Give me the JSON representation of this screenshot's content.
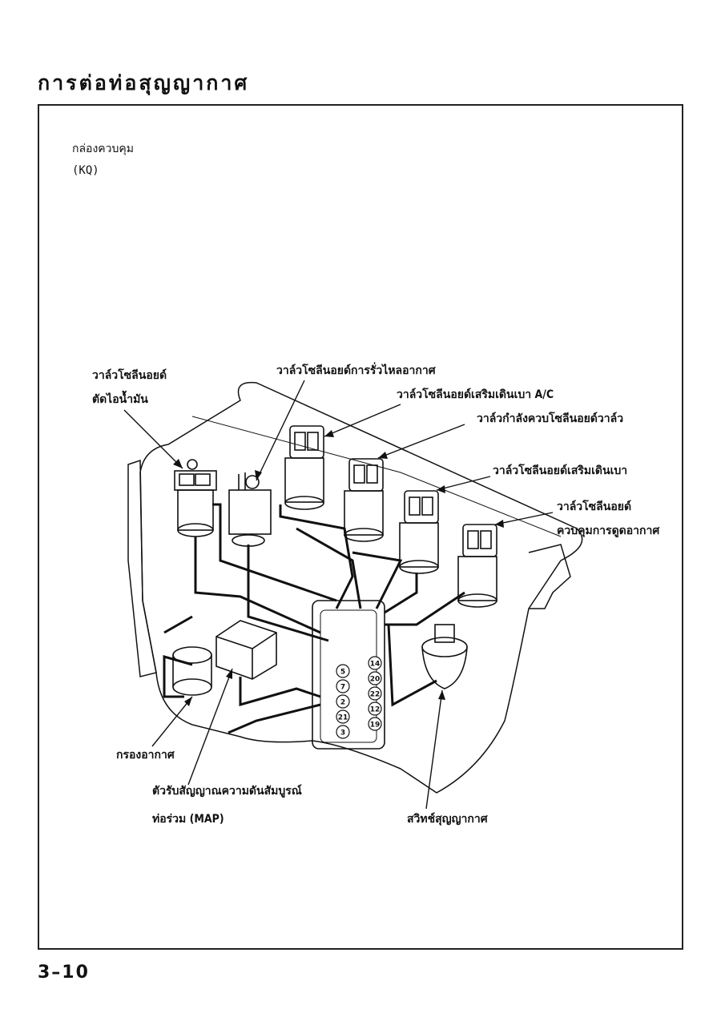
{
  "page": {
    "title": "การต่อท่อสุญญากาศ",
    "page_number": "3–10"
  },
  "labels": {
    "control_box": "กล่องควบคุม",
    "control_box_code": "(KQ)",
    "fuel_cut_solenoid_1": "วาล์วโซลีนอยด์",
    "fuel_cut_solenoid_2": "ตัดไอน้ำมัน",
    "air_leak_solenoid": "วาล์วโซลีนอยด์การรั่วไหลอากาศ",
    "ac_idle_boost_solenoid": "วาล์วโซลีนอยด์เสริมเดินเบา A/C",
    "power_control_solenoid": "วาล์วกำลังควบโซลีนอยด์วาล์ว",
    "idle_boost_solenoid": "วาล์วโซลีนอยด์เสริมเดินเบา",
    "intake_control_solenoid_1": "วาล์วโซลีนอยด์",
    "intake_control_solenoid_2": "ควบคุมการดูดอากาศ",
    "air_filter": "กรองอากาศ",
    "map_sensor_1": "ตัวรับสัญญาณความดันสัมบูรณ์",
    "map_sensor_2": "ท่อร่วม (MAP)",
    "vacuum_switch": "สวิทช์สุญญากาศ"
  },
  "connector_ports": {
    "left": [
      "5",
      "7",
      "2",
      "21",
      "3"
    ],
    "right": [
      "14",
      "20",
      "22",
      "12",
      "19"
    ]
  }
}
